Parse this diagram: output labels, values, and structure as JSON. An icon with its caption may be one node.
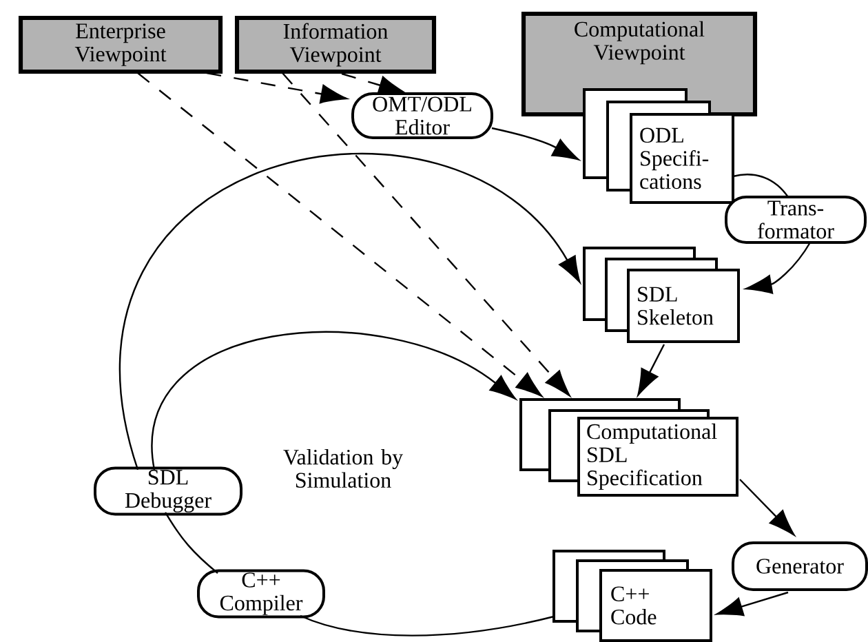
{
  "diagram": {
    "nodes": [
      {
        "text": [
          "Enterprise Viewpoint"
        ]
      },
      {
        "text": [
          "Information Viewpoint"
        ]
      },
      {
        "text": [
          "Computational Viewpoint"
        ]
      },
      {
        "text": [
          "OMT/ODL Editor"
        ]
      },
      {
        "text": [
          "ODL Specifi- cations"
        ]
      },
      {
        "text": [
          "Trans- formator"
        ]
      },
      {
        "text": [
          "SDL Skeleton"
        ]
      },
      {
        "text": [
          "Computational SDL Specification"
        ]
      },
      {
        "text": [
          "SDL Debugger"
        ]
      },
      {
        "text": [
          "Generator"
        ]
      },
      {
        "text": [
          "C++ Compiler"
        ]
      },
      {
        "text": [
          "C++ Code"
        ]
      }
    ],
    "edges": [
      {
        "from": 0,
        "to": 3,
        "arrow": "to",
        "style": "dashed"
      },
      {
        "from": 1,
        "to": 3,
        "arrow": "to",
        "style": "dashed"
      },
      {
        "from": 0,
        "to": 7,
        "arrow": "to",
        "style": "dashed"
      },
      {
        "from": 1,
        "to": 7,
        "arrow": "to",
        "style": "dashed"
      },
      {
        "from": 3,
        "to": 4,
        "arrow": "to"
      },
      {
        "from": 4,
        "to": 5,
        "arrow": "none"
      },
      {
        "from": 5,
        "to": 6,
        "arrow": "to"
      },
      {
        "from": 6,
        "to": 7,
        "arrow": "to"
      },
      {
        "from": 8,
        "to": 6,
        "arrow": "to"
      },
      {
        "from": 8,
        "to": 7,
        "arrow": "to"
      },
      {
        "from": 10,
        "to": 8,
        "arrow": "none"
      },
      {
        "from": 11,
        "to": 10,
        "arrow": "none"
      },
      {
        "from": 7,
        "to": 9,
        "arrow": "to"
      },
      {
        "from": 9,
        "to": 11,
        "arrow": "to"
      }
    ],
    "labels": [
      "Validation by Simulation"
    ]
  }
}
